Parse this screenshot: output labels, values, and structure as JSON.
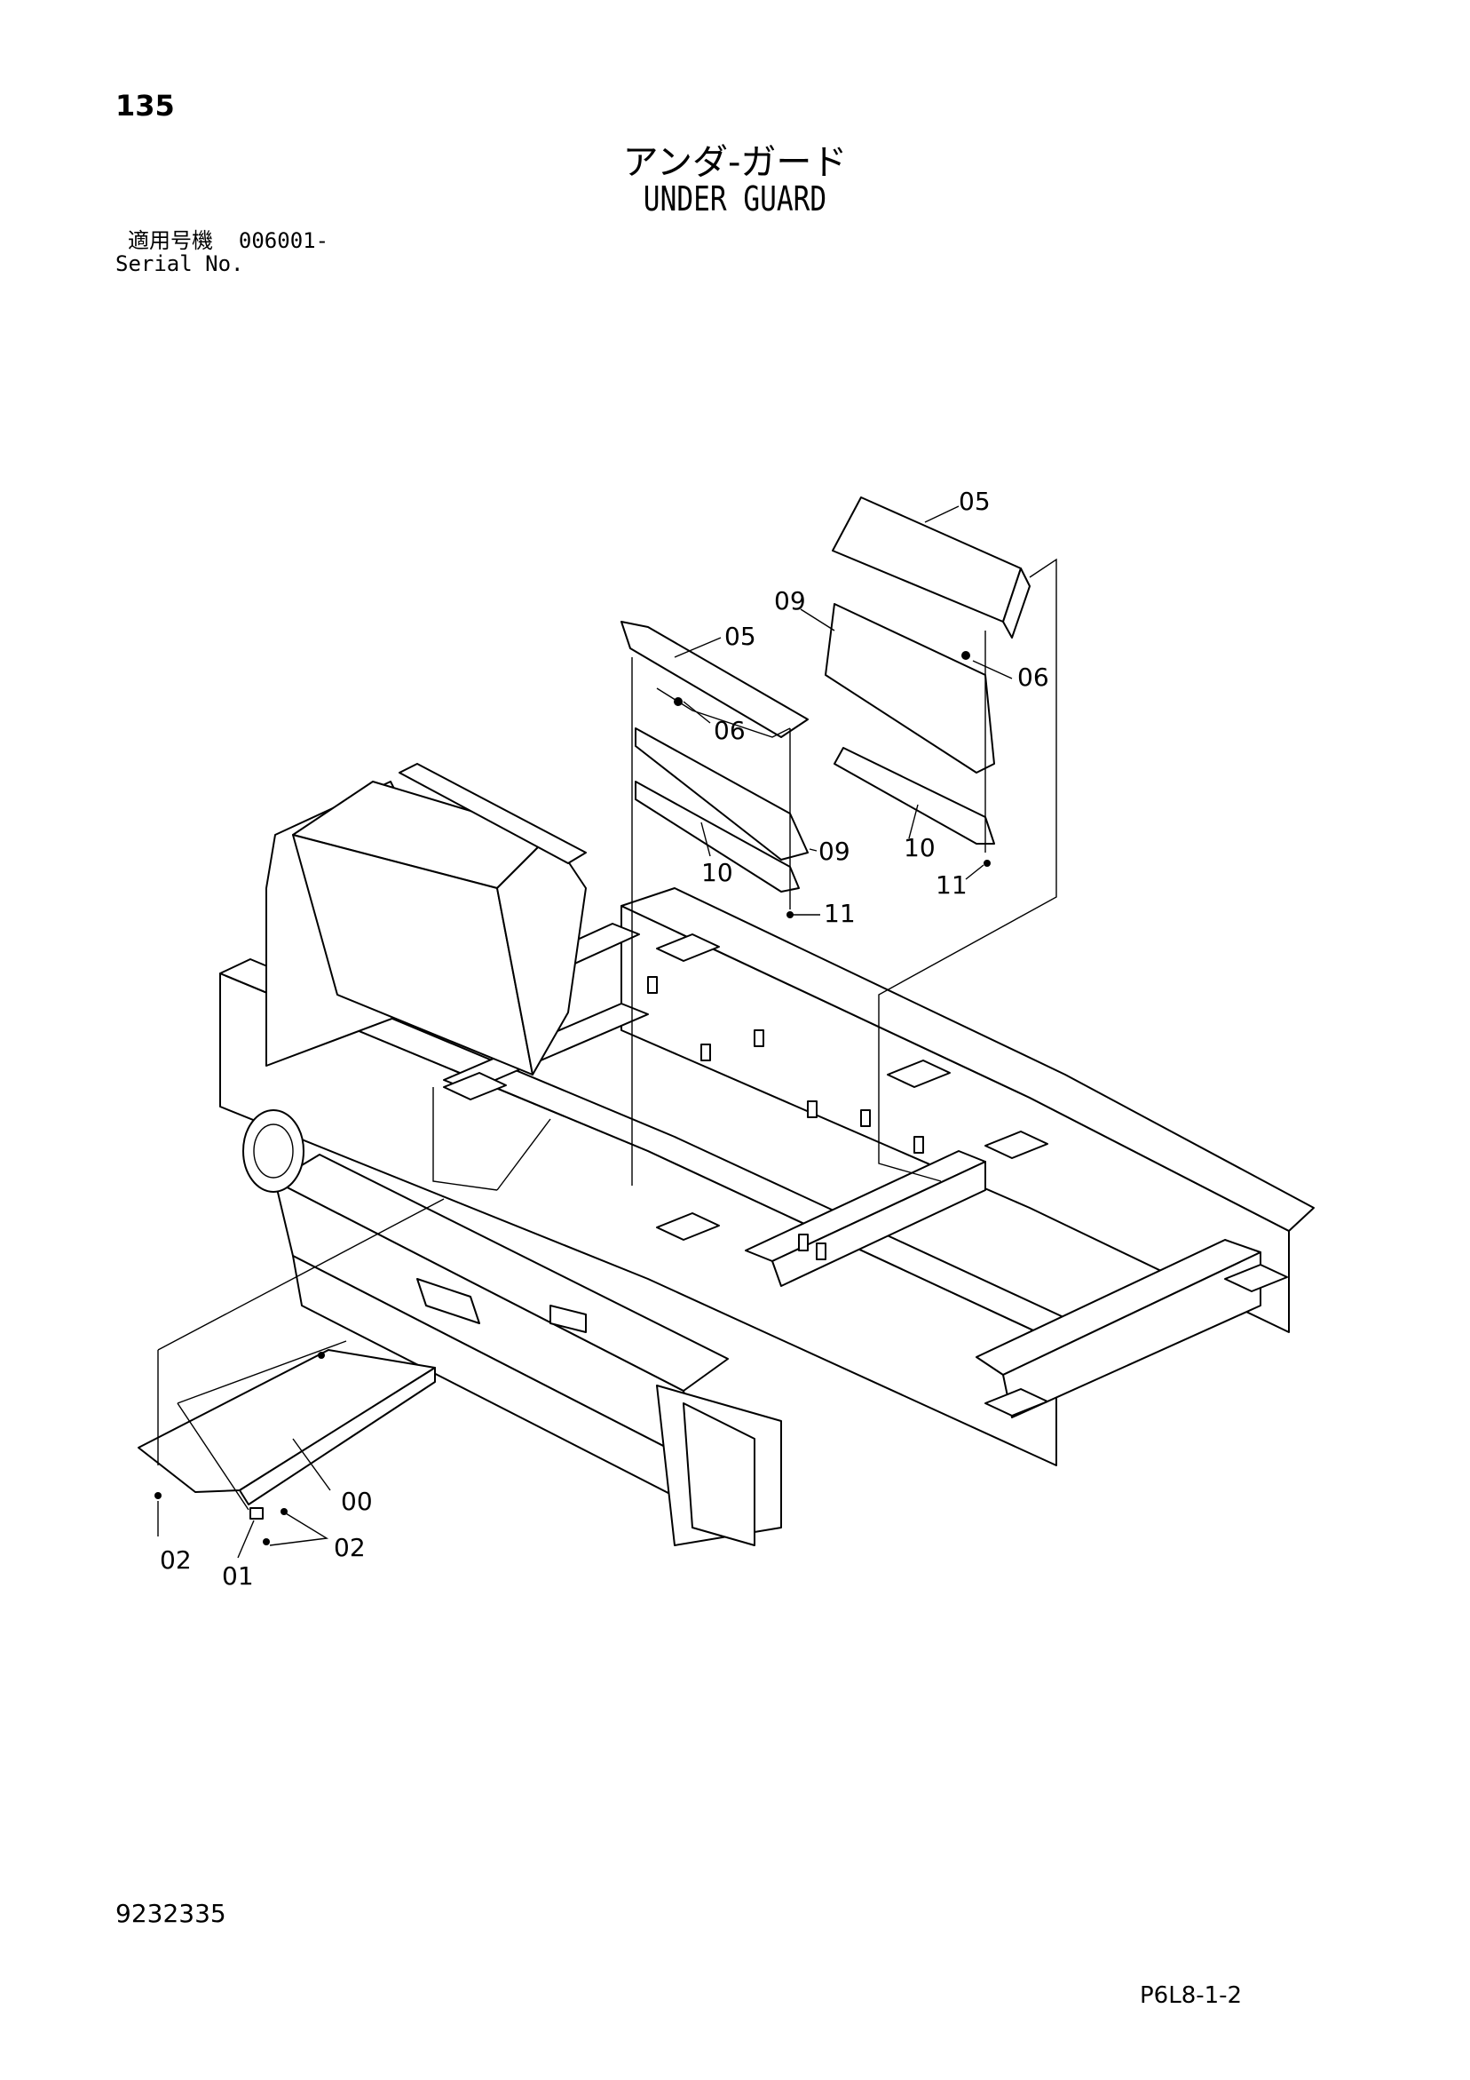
{
  "header": {
    "page_number": "135",
    "title_jp": "アンダ-ガード",
    "title_en": "UNDER GUARD",
    "serial_label_jp": "適用号機",
    "serial_value": "006001-",
    "serial_label_en": "Serial No."
  },
  "callouts": [
    {
      "id": "c-05a",
      "label": "05"
    },
    {
      "id": "c-09a",
      "label": "09"
    },
    {
      "id": "c-06a",
      "label": "06"
    },
    {
      "id": "c-05b",
      "label": "05"
    },
    {
      "id": "c-06b",
      "label": "06"
    },
    {
      "id": "c-10a",
      "label": "10"
    },
    {
      "id": "c-11a",
      "label": "11"
    },
    {
      "id": "c-09b",
      "label": "09"
    },
    {
      "id": "c-10b",
      "label": "10"
    },
    {
      "id": "c-11b",
      "label": "11"
    },
    {
      "id": "c-00",
      "label": "00"
    },
    {
      "id": "c-02a",
      "label": "02"
    },
    {
      "id": "c-01",
      "label": "01"
    },
    {
      "id": "c-02b",
      "label": "02"
    }
  ],
  "footer": {
    "doc_number": "9232335",
    "figure_code": "P6L8-1-2"
  }
}
